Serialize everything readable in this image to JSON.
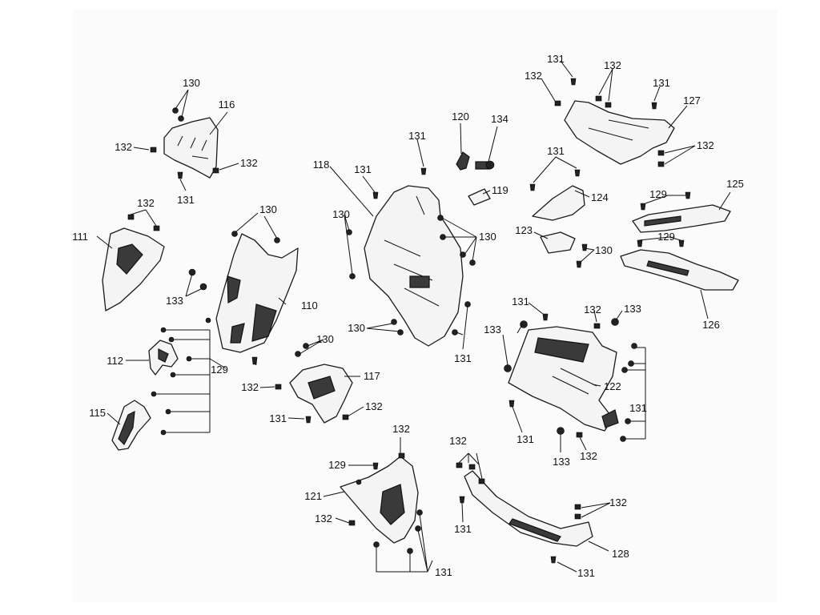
{
  "diagram": {
    "title": "",
    "part_numbers": {
      "p110": "110",
      "p111": "111",
      "p112": "112",
      "p115": "115",
      "p116": "116",
      "p117": "117",
      "p118": "118",
      "p119": "119",
      "p120": "120",
      "p121": "121",
      "p122": "122",
      "p123": "123",
      "p124": "124",
      "p125": "125",
      "p126": "126",
      "p127": "127",
      "p128": "128",
      "p134": "134"
    },
    "fastener_numbers": {
      "f129": "129",
      "f130": "130",
      "f131": "131",
      "f132": "132",
      "f133": "133"
    }
  }
}
